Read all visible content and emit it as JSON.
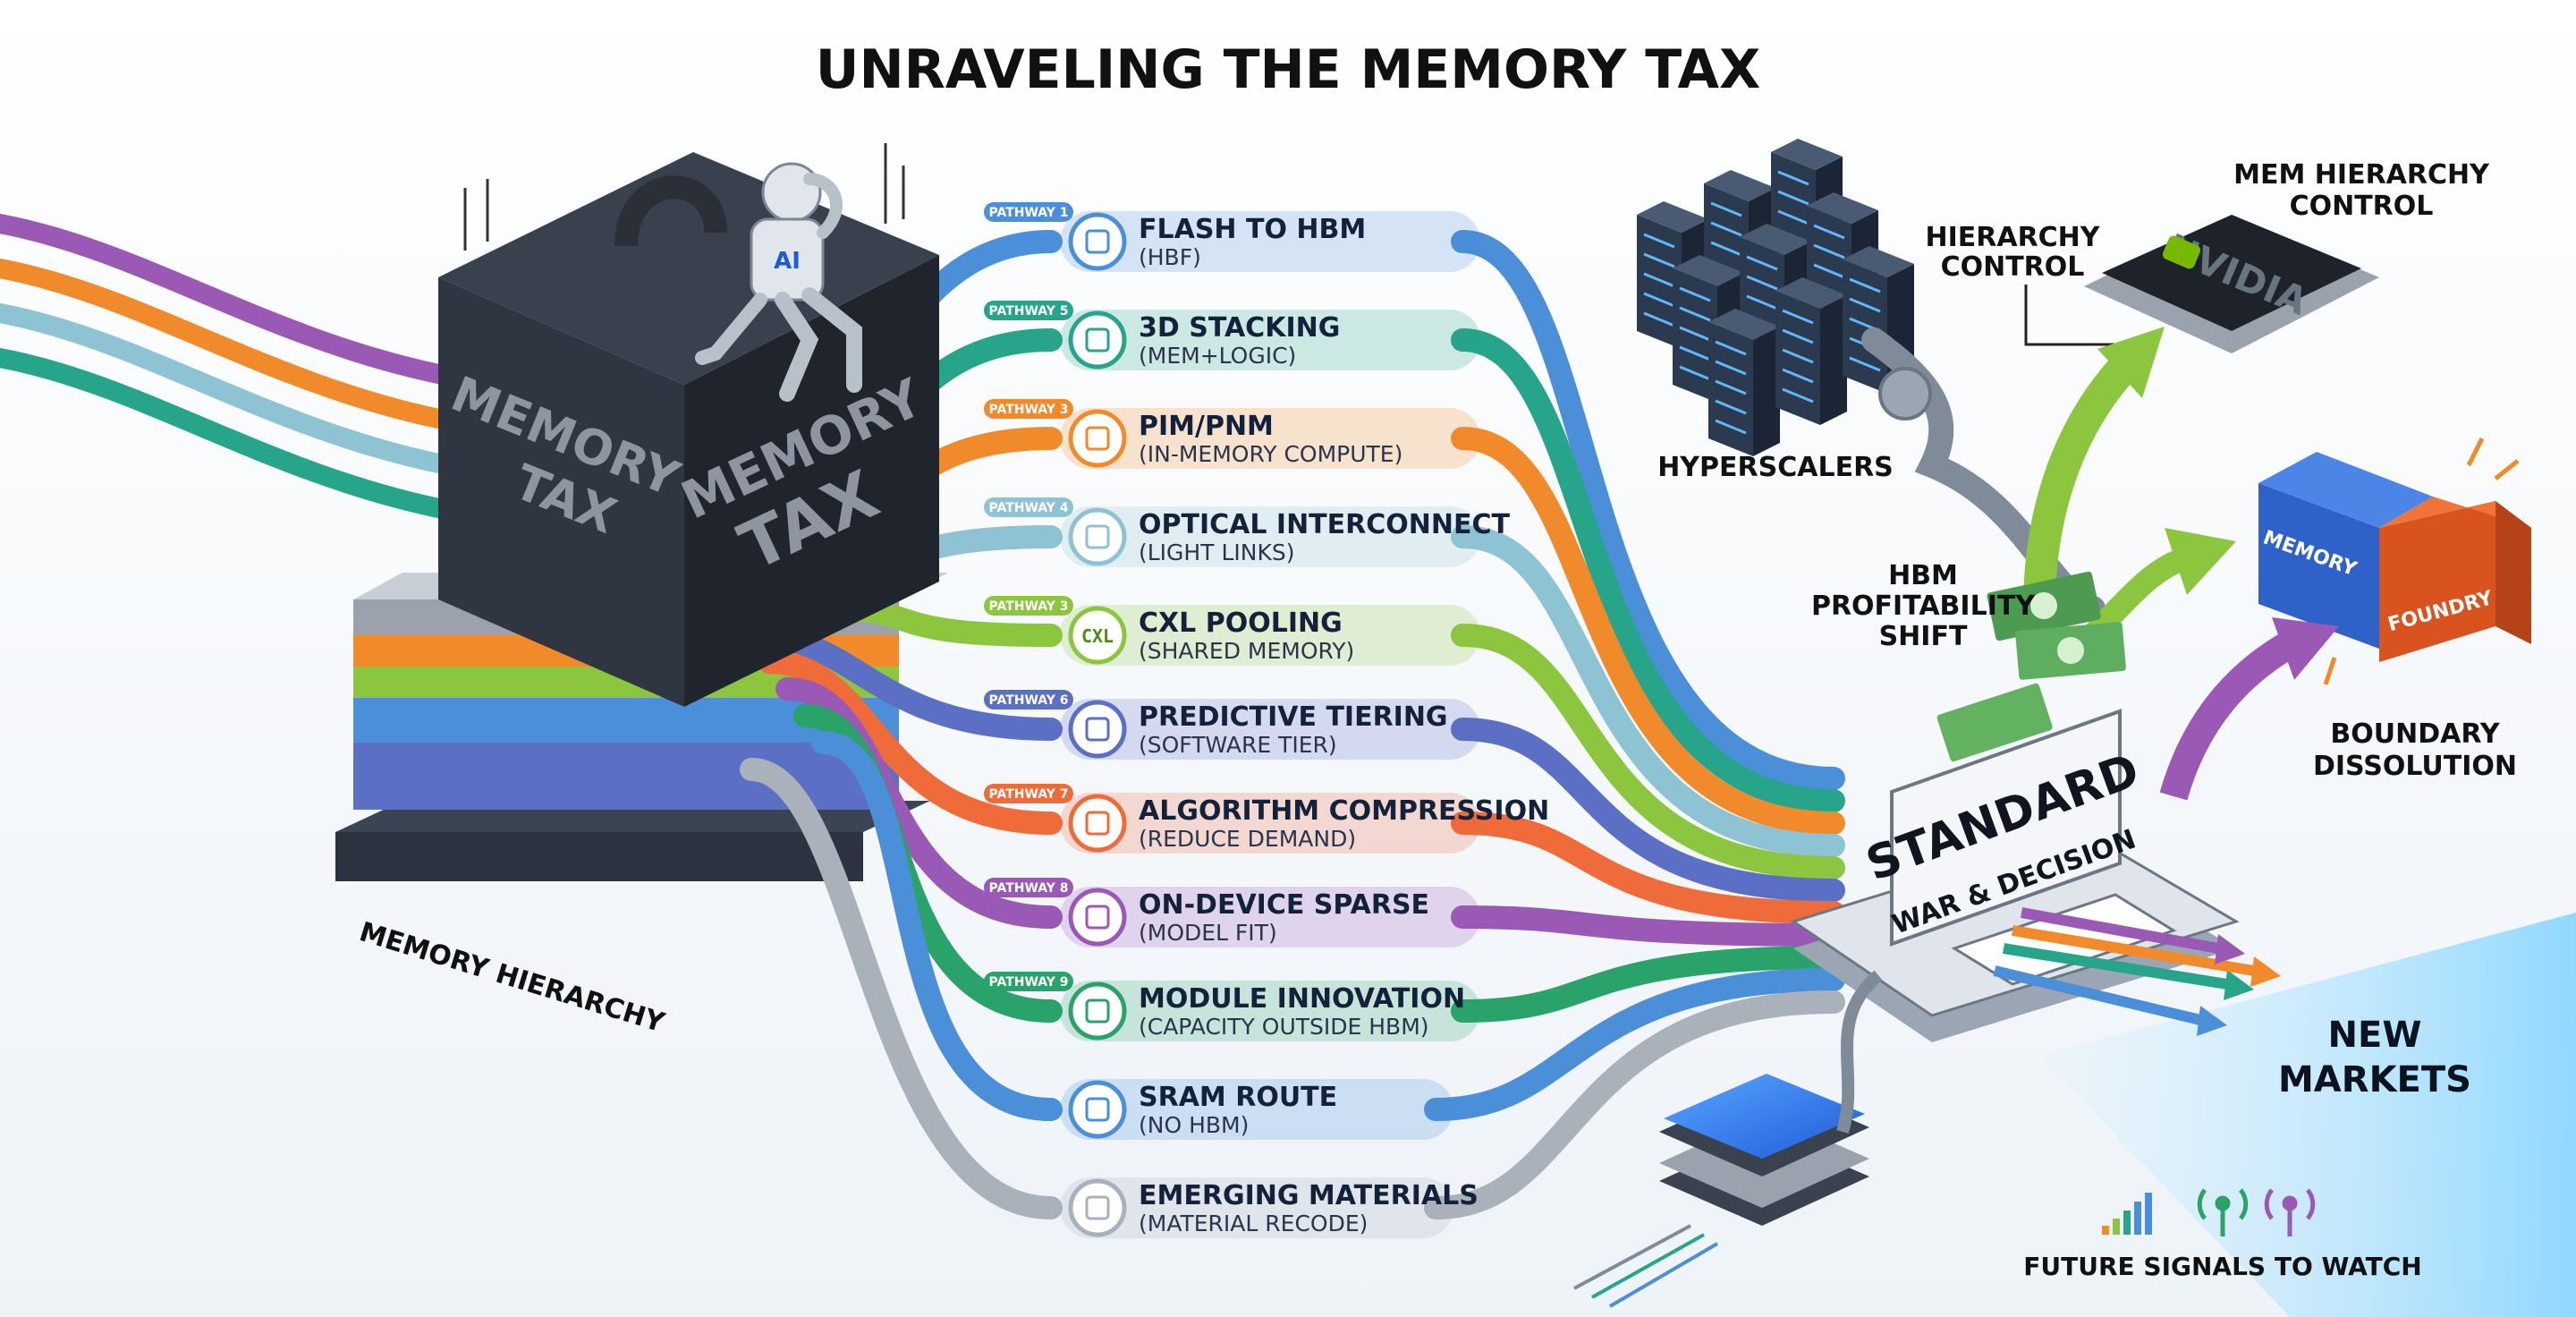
{
  "title": "UNRAVELING THE MEMORY TAX",
  "cube": {
    "face_front": [
      "MEMORY",
      "TAX"
    ],
    "face_side": [
      "MEMORY",
      "TAX"
    ],
    "robot_chest": "AI"
  },
  "memory_hierarchy_label": "MEMORY HIERARCHY",
  "colors": {
    "blue": "#4a8fd8",
    "teal": "#26a58a",
    "orange": "#f08a2a",
    "lightblue": "#8ec3d3",
    "green": "#8cc63f",
    "indigo": "#5b6fc4",
    "red": "#ef6b3a",
    "purple": "#9b59b6",
    "emerald": "#2aa36a",
    "gray": "#a9b1bb"
  },
  "pathways": [
    {
      "tag": "PATHWAY 1",
      "title": "FLASH TO HBM",
      "sub": "(HBF)",
      "icon": "lightning-icon",
      "color": "#4a8fd8"
    },
    {
      "tag": "PATHWAY 5",
      "title": "3D STACKING",
      "sub": "(MEM+LOGIC)",
      "icon": "layers-icon",
      "color": "#26a58a"
    },
    {
      "tag": "PATHWAY 3",
      "title": "PIM/PNM",
      "sub": "(IN-MEMORY COMPUTE)",
      "icon": "chip-icon",
      "color": "#f08a2a"
    },
    {
      "tag": "PATHWAY 4",
      "title": "OPTICAL INTERCONNECT",
      "sub": "(LIGHT LINKS)",
      "icon": "fiber-icon",
      "color": "#8ec3d3"
    },
    {
      "tag": "PATHWAY 3",
      "title": "CXL POOLING",
      "sub": "(SHARED MEMORY)",
      "icon": "cxl-icon",
      "icon_text": "CXL",
      "color": "#8cc63f"
    },
    {
      "tag": "PATHWAY 6",
      "title": "PREDICTIVE TIERING",
      "sub": "(SOFTWARE TIER)",
      "icon": "gauge-icon",
      "color": "#5b6fc4"
    },
    {
      "tag": "PATHWAY 7",
      "title": "ALGORITHM COMPRESSION",
      "sub": "(REDUCE DEMAND)",
      "icon": "compress-icon",
      "color": "#ef6b3a"
    },
    {
      "tag": "PATHWAY 8",
      "title": "ON-DEVICE SPARSE",
      "sub": "(MODEL FIT)",
      "icon": "chip-icon",
      "color": "#9b59b6"
    },
    {
      "tag": "PATHWAY 9",
      "title": "MODULE INNOVATION",
      "sub": "(CAPACITY OUTSIDE HBM)",
      "icon": "module-icon",
      "color": "#2aa36a"
    },
    {
      "tag": "",
      "title": "SRAM ROUTE",
      "sub": "(NO HBM)",
      "icon": "sram-icon",
      "color": "#4a8fd8"
    },
    {
      "tag": "",
      "title": "EMERGING MATERIALS",
      "sub": "(MATERIAL RECODE)",
      "icon": "crystal-icon",
      "color": "#a9b1bb"
    }
  ],
  "hyperscalers": "HYPERSCALERS",
  "hierarchy_control": [
    "HIERARCHY",
    "CONTROL"
  ],
  "mem_hierarchy_control": [
    "MEM HIERARCHY",
    "CONTROL"
  ],
  "chip_brand": "NVIDIA",
  "hbm_shift": [
    "HBM",
    "PROFITABILITY",
    "SHIFT"
  ],
  "puzzle": {
    "left": "MEMORY",
    "right": "FOUNDRY"
  },
  "boundary": [
    "BOUNDARY",
    "DISSOLUTION"
  ],
  "standard": {
    "line1": "STANDARD",
    "line2": "WAR & DECISION"
  },
  "new_markets": [
    "NEW",
    "MARKETS"
  ],
  "future_signals": "FUTURE SIGNALS TO WATCH"
}
